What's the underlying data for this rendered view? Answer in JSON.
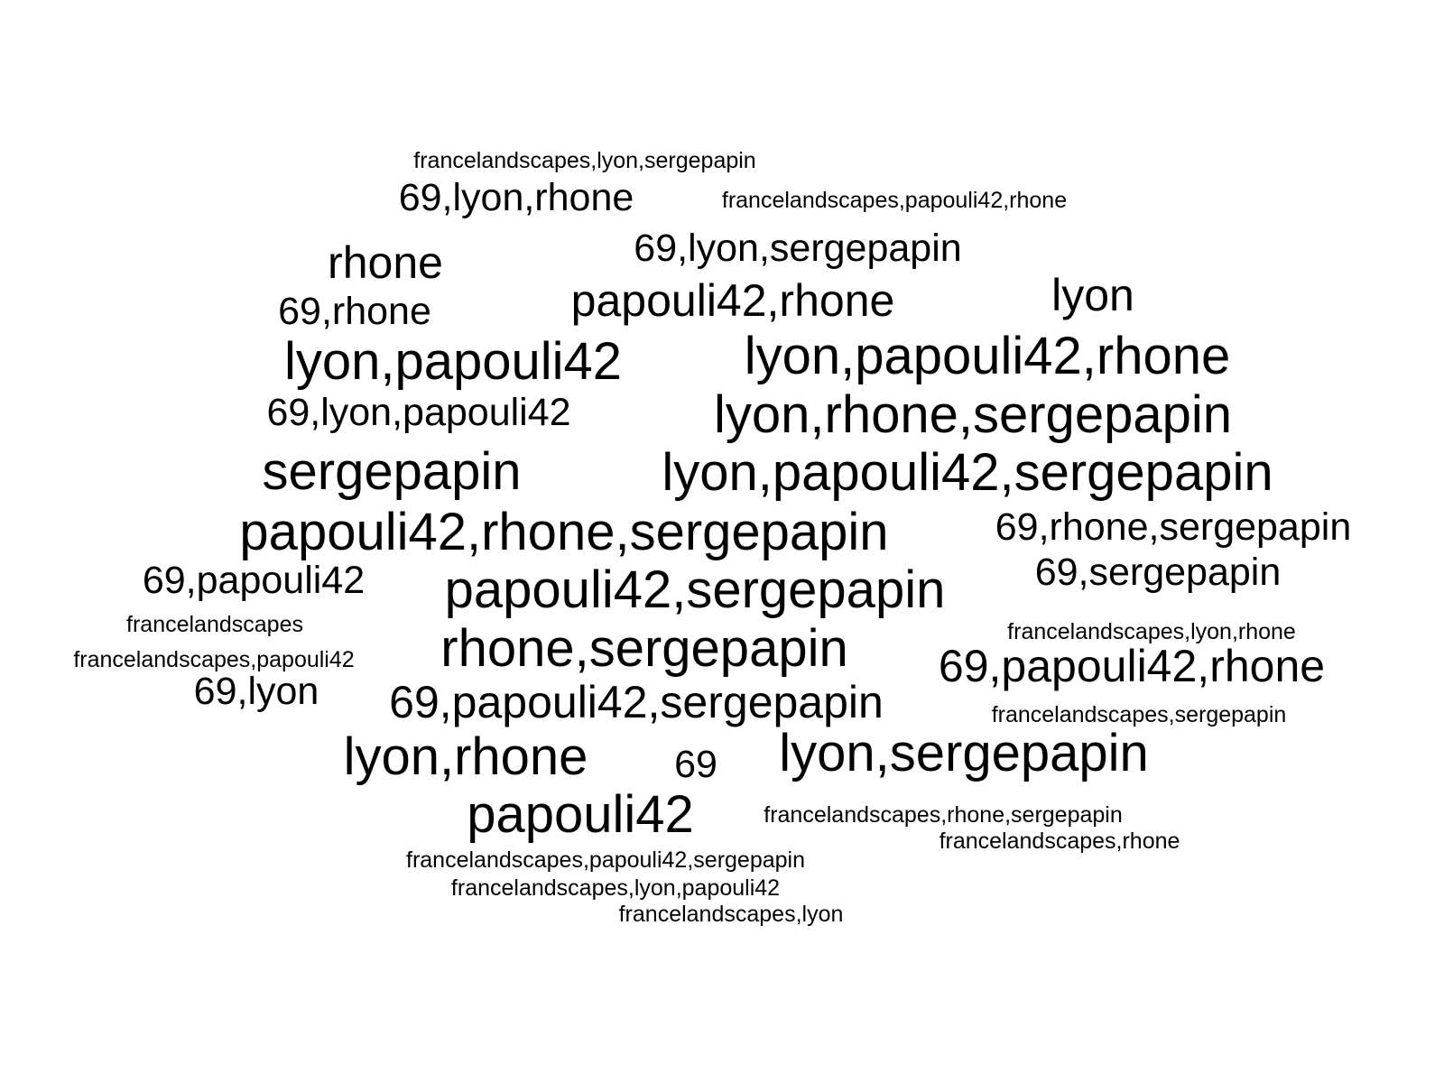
{
  "cloud": {
    "words": [
      "francelandscapes,lyon,sergepapin",
      "69,lyon,rhone",
      "francelandscapes,papouli42,rhone",
      "rhone",
      "69,lyon,sergepapin",
      "papouli42,rhone",
      "lyon",
      "69,rhone",
      "lyon,papouli42",
      "lyon,papouli42,rhone",
      "69,lyon,papouli42",
      "lyon,rhone,sergepapin",
      "sergepapin",
      "lyon,papouli42,sergepapin",
      "papouli42,rhone,sergepapin",
      "69,rhone,sergepapin",
      "69,papouli42",
      "papouli42,sergepapin",
      "69,sergepapin",
      "francelandscapes",
      "francelandscapes,lyon,rhone",
      "rhone,sergepapin",
      "francelandscapes,papouli42",
      "69,papouli42,rhone",
      "69,lyon",
      "69,papouli42,sergepapin",
      "francelandscapes,sergepapin",
      "lyon,rhone",
      "69",
      "lyon,sergepapin",
      "papouli42",
      "francelandscapes,rhone,sergepapin",
      "francelandscapes,rhone",
      "francelandscapes,papouli42,sergepapin",
      "francelandscapes,lyon,papouli42",
      "francelandscapes,lyon"
    ]
  },
  "colors": {
    "text": "#000000",
    "background": "#ffffff"
  }
}
